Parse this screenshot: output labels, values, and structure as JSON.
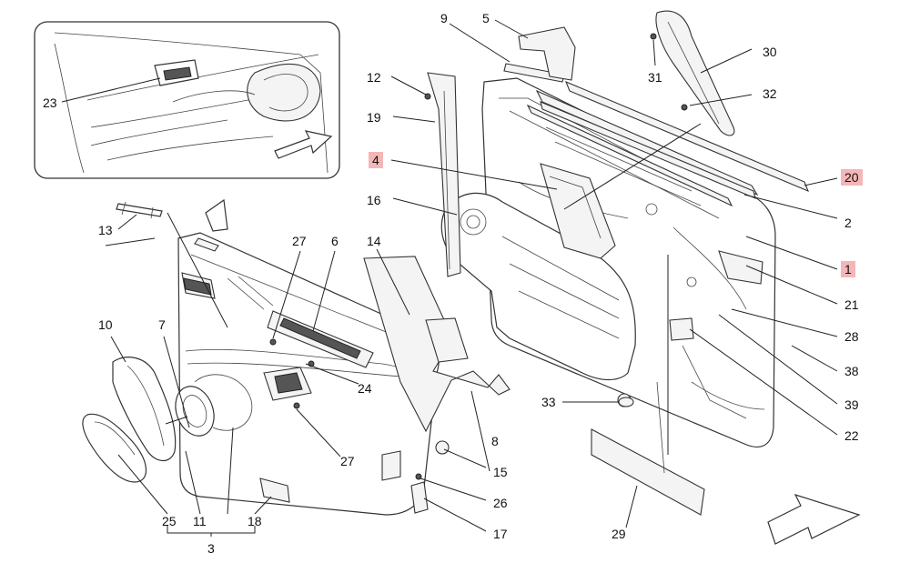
{
  "callouts": {
    "c1": "1",
    "c2": "2",
    "c3": "3",
    "c4": "4",
    "c5": "5",
    "c6": "6",
    "c7": "7",
    "c8": "8",
    "c9": "9",
    "c10": "10",
    "c11": "11",
    "c12": "12",
    "c13": "13",
    "c14": "14",
    "c15": "15",
    "c16": "16",
    "c17": "17",
    "c18": "18",
    "c19": "19",
    "c20": "20",
    "c21": "21",
    "c22": "22",
    "c23": "23",
    "c24": "24",
    "c25": "25",
    "c26": "26",
    "c27a": "27",
    "c27b": "27",
    "c28": "28",
    "c29": "29",
    "c30": "30",
    "c31": "31",
    "c32": "32",
    "c33": "33",
    "c38": "38",
    "c39": "39"
  },
  "highlighted_callouts": [
    "1",
    "4",
    "20"
  ],
  "colors": {
    "highlight": "#f4b6b6",
    "line": "#333333"
  },
  "icons": [
    "direction-arrow-inset",
    "direction-arrow-main"
  ]
}
